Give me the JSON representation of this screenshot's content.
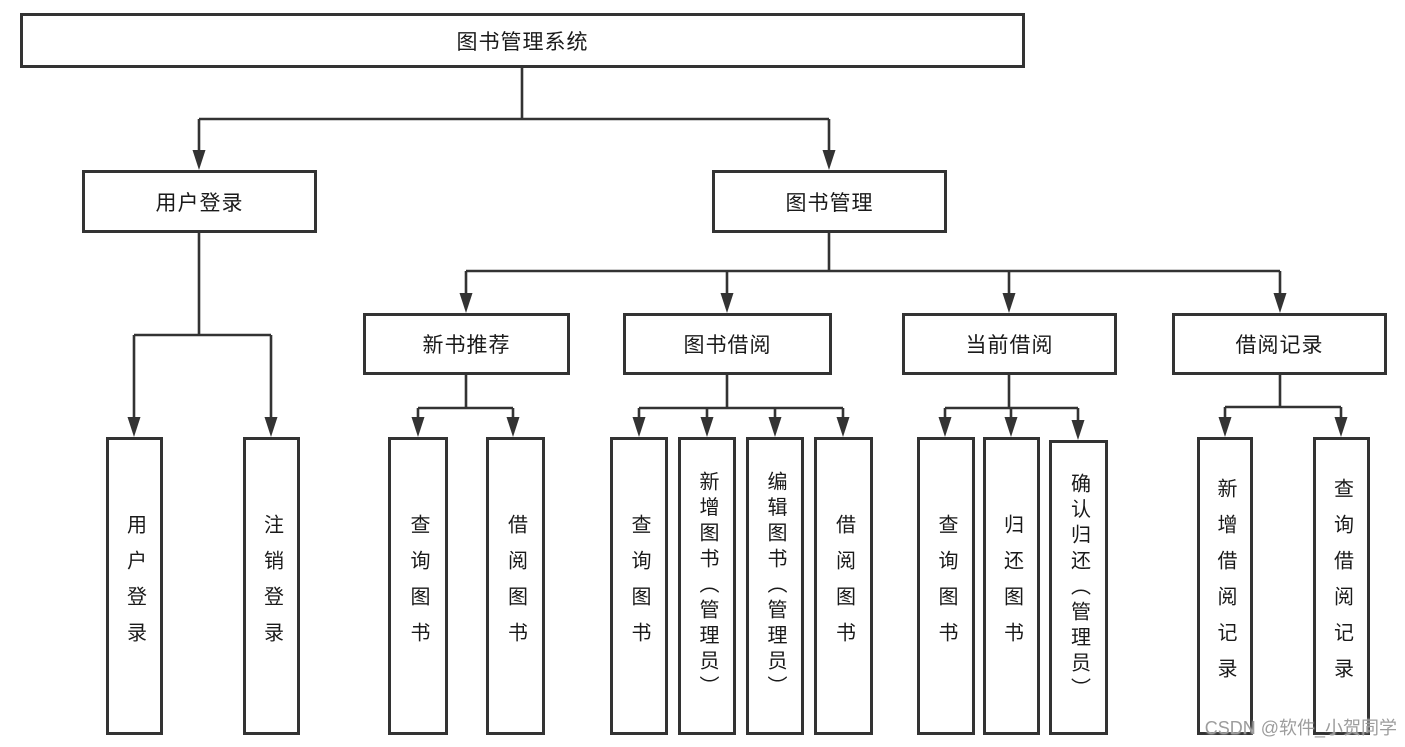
{
  "colors": {
    "line": "#333333",
    "text": "#1a1a1a",
    "watermark": "#9d9d9d",
    "background": "#ffffff"
  },
  "root": {
    "label": "图书管理系统"
  },
  "branches": {
    "user": {
      "label": "用户登录",
      "children": [
        "用户登录",
        "注销登录"
      ]
    },
    "book_mgmt": {
      "label": "图书管理",
      "children": {
        "new_book": {
          "label": "新书推荐",
          "children": [
            "查询图书",
            "借阅图书"
          ]
        },
        "borrow": {
          "label": "图书借阅",
          "children": [
            "查询图书",
            "新增图书（管理员）",
            "编辑图书（管理员）",
            "借阅图书"
          ]
        },
        "current": {
          "label": "当前借阅",
          "children": [
            "查询图书",
            "归还图书",
            "确认归还（管理员）"
          ]
        },
        "records": {
          "label": "借阅记录",
          "children": [
            "新增借阅记录",
            "查询借阅记录"
          ]
        }
      }
    }
  },
  "watermark": "CSDN @软件_小贺同学"
}
